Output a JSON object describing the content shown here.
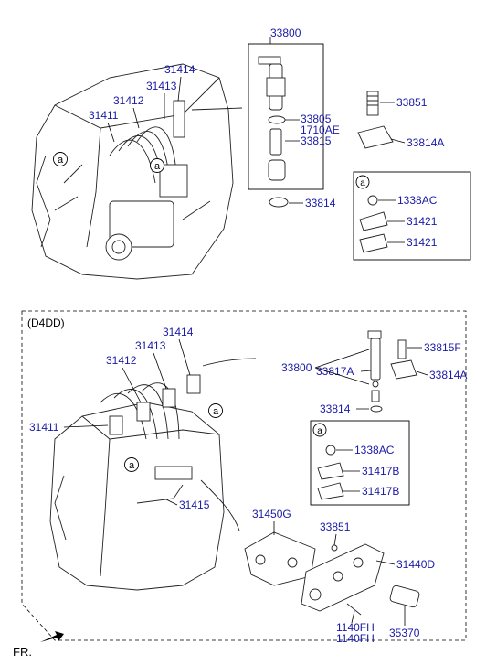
{
  "section_label": "(D4DD)",
  "callout_letter": "a",
  "direction_label": "FR.",
  "top": {
    "engine_parts": [
      "31414",
      "31413",
      "31412",
      "31411"
    ],
    "injector_box": [
      "33800",
      "33805",
      "1710AE",
      "33815"
    ],
    "right_parts": [
      "33851",
      "33814A"
    ],
    "below_box": "33814",
    "detail_parts": [
      "1338AC",
      "31421",
      "31421"
    ]
  },
  "bottom": {
    "engine_parts": [
      "31414",
      "31413",
      "31412",
      "31411",
      "31415"
    ],
    "injector_parts": [
      "33800",
      "33817A",
      "33815F",
      "33814A",
      "33814"
    ],
    "detail_parts": [
      "1338AC",
      "31417B",
      "31417B"
    ],
    "pump_parts": [
      "31450G",
      "33851",
      "31440D",
      "1140FH",
      "1140FH",
      "35370"
    ]
  },
  "colors": {
    "part_number": "#1a1aa6",
    "line": "#000000"
  }
}
